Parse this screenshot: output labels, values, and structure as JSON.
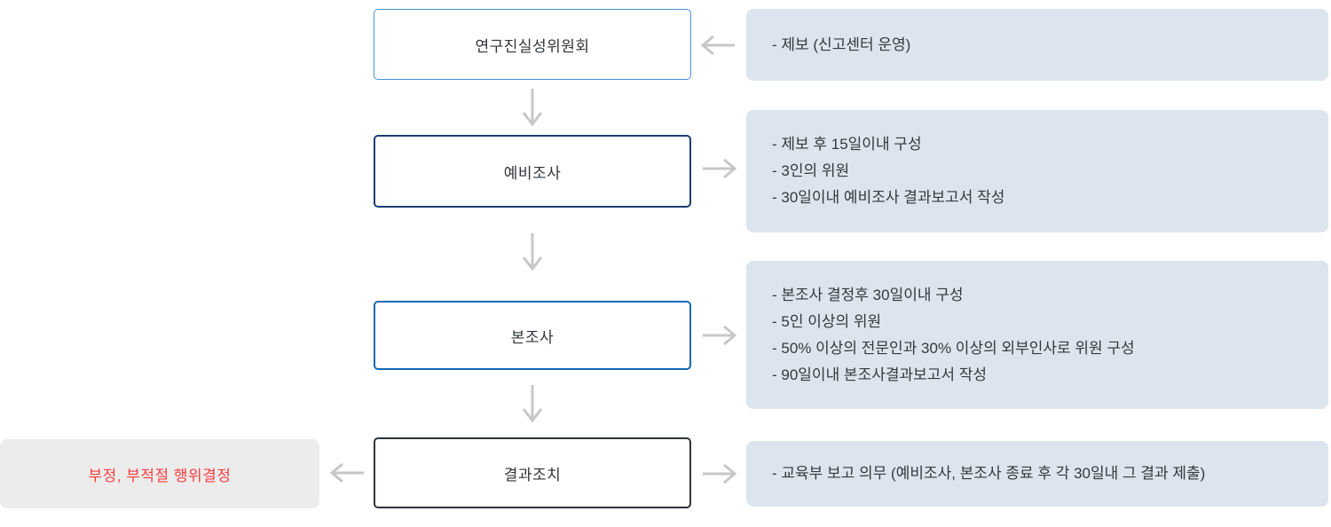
{
  "diagram": {
    "name": "research-integrity-process-flow",
    "rows": [
      {
        "box_label": "연구진실성위원회",
        "arrow_to_panel": "left",
        "details": [
          "- 제보 (신고센터 운영)"
        ]
      },
      {
        "box_label": "예비조사",
        "arrow_to_panel": "right",
        "details": [
          "- 제보 후 15일이내 구성",
          "- 3인의 위원",
          "- 30일이내 예비조사 결과보고서 작성"
        ]
      },
      {
        "box_label": "본조사",
        "arrow_to_panel": "right",
        "details": [
          "- 본조사 결정후 30일이내 구성",
          "- 5인 이상의 위원",
          "- 50% 이상의 전문인과 30% 이상의 외부인사로 위원 구성",
          "- 90일이내 본조사결과보고서 작성"
        ]
      },
      {
        "box_label": "결과조치",
        "arrow_to_panel": "right",
        "details": [
          "- 교육부 보고 의무 (예비조사, 본조사 종료 후 각 30일내 그 결과 제출)"
        ]
      }
    ],
    "result_box_label": "부정, 부적절 행위결정",
    "icons": {
      "arrow_down": "arrow-down-icon",
      "arrow_left": "arrow-left-icon",
      "arrow_right": "arrow-right-icon"
    },
    "colors": {
      "box1_border": "#4a8fe2",
      "box2_border": "#1b3e72",
      "box3_border": "#1268b3",
      "box4_border": "#2f3338",
      "panel_background": "#dce4ed",
      "result_background": "#ececec",
      "result_text": "#fa3e3e",
      "arrow": "#c7c7c7",
      "text": "#333940"
    }
  }
}
